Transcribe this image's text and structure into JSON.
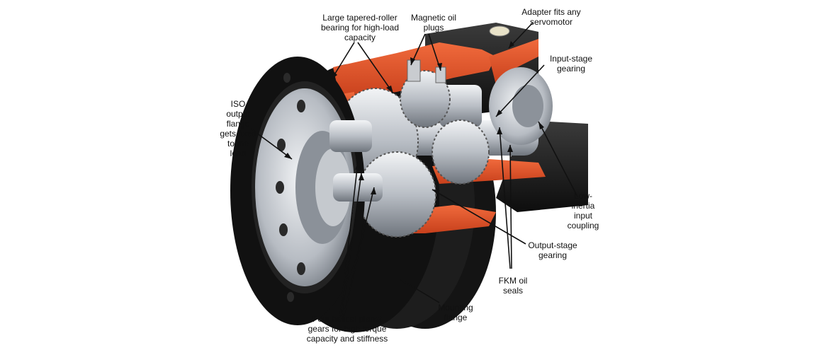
{
  "colors": {
    "body_dark": "#1c1c1c",
    "body_mid": "#3a3a3a",
    "cutaway_orange": "#e8542a",
    "steel_light": "#d9dde2",
    "steel_mid": "#a9aeb5",
    "steel_dark": "#6f757d",
    "leader_line": "#111111"
  },
  "labels": {
    "bearing": "Large tapered-roller\nbearing for high-load\ncapacity",
    "magnetic_plugs": "Magnetic oil\nplugs",
    "adapter": "Adapter fits any\nservomotor",
    "input_stage": "Input-stage\ngearing",
    "iso_flange": "ISO\noutput\nflange\ngets fixed\nto the\nload",
    "low_inertia": "Low-\ninertia\ninput\ncoupling",
    "output_stage": "Output-stage\ngearing",
    "fkm_seals": "FKM oil\nseals",
    "mounting_flange": "Mounting\nflange",
    "planet_gears": "Four helical planet\ngears for high torque\ncapacity and stiffness"
  }
}
